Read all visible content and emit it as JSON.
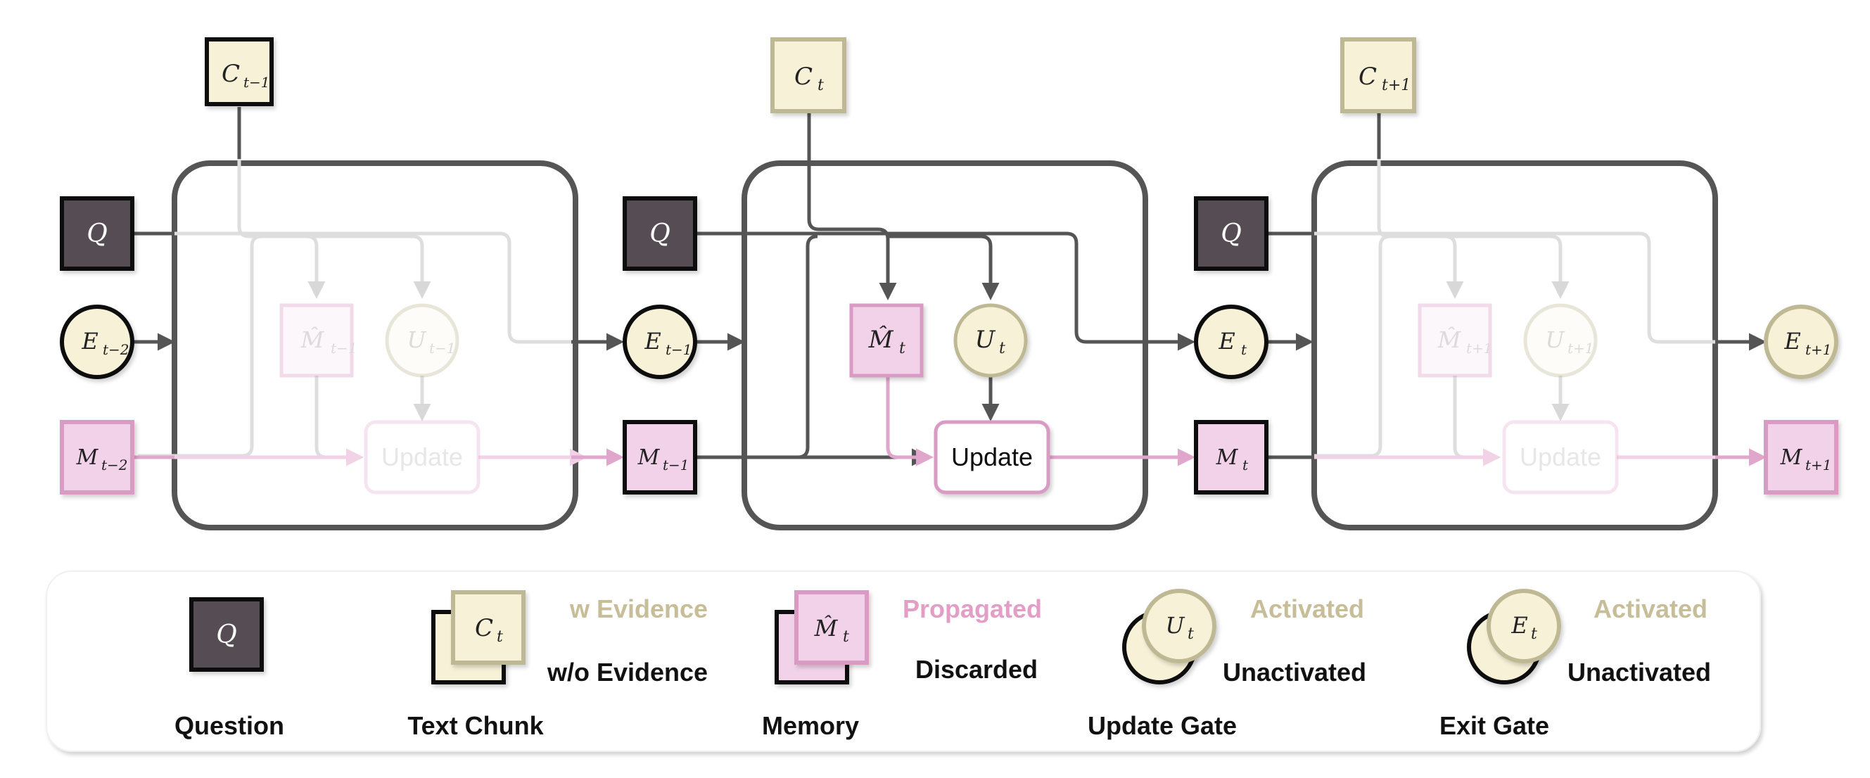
{
  "colors": {
    "dark": "#555555",
    "faded": "#d8d8d8",
    "pink_fill": "#f2d2e8",
    "pink_stroke": "#d99ac4",
    "beige_fill": "#f7f1d8",
    "beige_stroke": "#bfb894",
    "question_fill": "#544e52",
    "evidence_label": "#c7bd98",
    "propagated_label": "#e39ec5"
  },
  "steps": [
    {
      "chunk": {
        "main": "C",
        "sub": "t−1",
        "state": "without_evidence"
      },
      "question": {
        "main": "Q"
      },
      "exit_in": {
        "main": "E",
        "sub": "t−2",
        "state": "unactivated"
      },
      "mem_in": {
        "main": "M",
        "sub": "t−2"
      },
      "mem_hat": {
        "main": "M̂",
        "sub": "t−1"
      },
      "gate": {
        "main": "U",
        "sub": "t−1"
      },
      "update_label": "Update",
      "active": false
    },
    {
      "chunk": {
        "main": "C",
        "sub": "t",
        "state": "with_evidence"
      },
      "question": {
        "main": "Q"
      },
      "exit_in": {
        "main": "E",
        "sub": "t−1",
        "state": "unactivated"
      },
      "mem_in": {
        "main": "M",
        "sub": "t−1"
      },
      "mem_hat": {
        "main": "M̂",
        "sub": "t"
      },
      "gate": {
        "main": "U",
        "sub": "t"
      },
      "update_label": "Update",
      "active": true
    },
    {
      "chunk": {
        "main": "C",
        "sub": "t+1",
        "state": "with_evidence"
      },
      "question": {
        "main": "Q"
      },
      "exit_in": {
        "main": "E",
        "sub": "t",
        "state": "unactivated"
      },
      "mem_in": {
        "main": "M",
        "sub": "t"
      },
      "mem_hat": {
        "main": "M̂",
        "sub": "t+1"
      },
      "gate": {
        "main": "U",
        "sub": "t+1"
      },
      "update_label": "Update",
      "active": false
    }
  ],
  "final_exit": {
    "main": "E",
    "sub": "t+1",
    "state": "activated"
  },
  "final_mem": {
    "main": "M",
    "sub": "t+1"
  },
  "legend": {
    "question": {
      "symbol": "Q",
      "caption": "Question"
    },
    "text_chunk": {
      "symbol": "C",
      "sub": "t",
      "top_label": "w Evidence",
      "bottom_label": "w/o Evidence",
      "caption": "Text Chunk"
    },
    "memory": {
      "symbol": "M̂",
      "sub": "t",
      "top_label": "Propagated",
      "bottom_label": "Discarded",
      "caption": "Memory"
    },
    "update_gate": {
      "symbol": "U",
      "sub": "t",
      "top_label": "Activated",
      "bottom_label": "Unactivated",
      "caption": "Update Gate"
    },
    "exit_gate": {
      "symbol": "E",
      "sub": "t",
      "top_label": "Activated",
      "bottom_label": "Unactivated",
      "caption": "Exit Gate"
    }
  }
}
